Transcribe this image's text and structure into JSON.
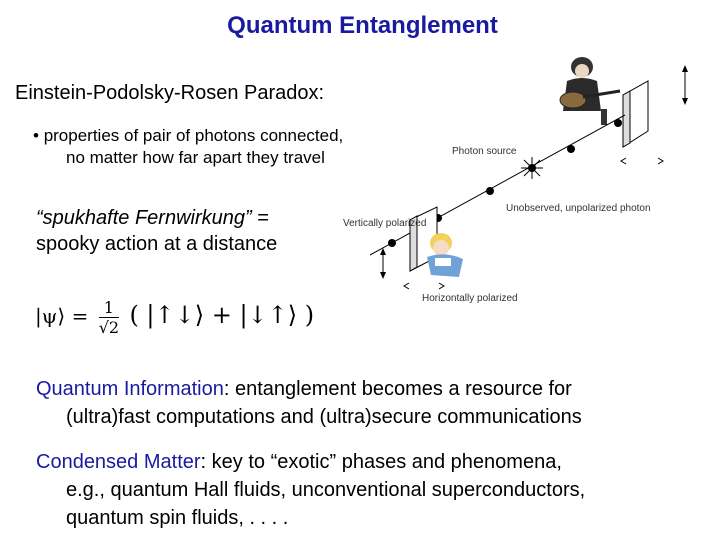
{
  "title": "Quantum Entanglement",
  "subtitle": "Einstein-Podolsky-Rosen Paradox:",
  "bullet": {
    "marker": "•",
    "line1": "properties of pair of photons connected,",
    "line2": "no matter how far apart they travel"
  },
  "quote": {
    "line1_italic": "“spukhafte Fernwirkung”",
    "line1_rest": " =",
    "line2": "spooky action at a distance"
  },
  "formula": {
    "lhs": "|ψ⟩ =",
    "coef_num": "1",
    "coef_den": "√2",
    "rhs": "( |↑↓⟩ + |↓↑⟩ )"
  },
  "quantum_info": {
    "term": "Quantum Information",
    "line1_rest": ": entanglement becomes a resource for",
    "line2": "(ultra)fast computations and (ultra)secure communications"
  },
  "condensed_matter": {
    "term": "Condensed Matter",
    "line1_rest": ": key to “exotic” phases and phenomena,",
    "line2": "e.g., quantum Hall fluids, unconventional superconductors,",
    "line3": "quantum spin fluids, . . . ."
  },
  "diagram": {
    "photon_source_label": "Photon source",
    "unobserved_label": "Unobserved, unpolarized photon",
    "vertically_polarized_label": "Vertically polarized",
    "horizontally_polarized_label": "Horizontally polarized"
  }
}
